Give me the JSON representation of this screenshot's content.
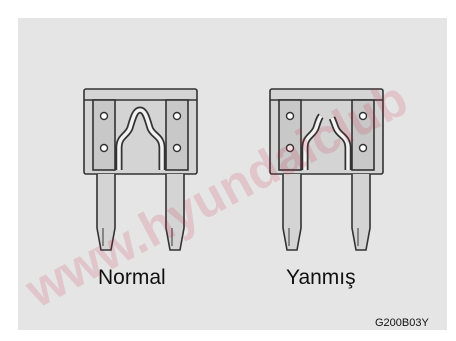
{
  "fuses": [
    {
      "label": "Normal",
      "state": "intact"
    },
    {
      "label": "Yanmış",
      "state": "blown"
    }
  ],
  "figure_code": "G200B03Y",
  "watermark": "www.hyundaiclub",
  "colors": {
    "panel": "#e5e5e5",
    "fuse_body": "#d4d4d4",
    "fuse_outline": "#333333",
    "watermark": "#c81e3c"
  }
}
